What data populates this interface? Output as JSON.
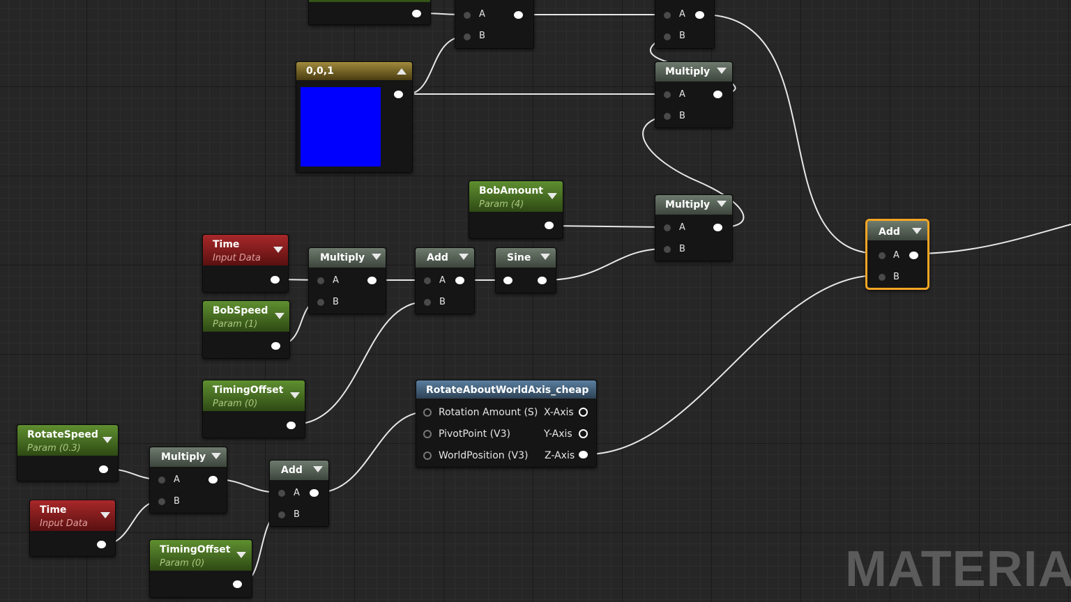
{
  "nodes": {
    "add_top": {
      "pins": {
        "a": "A",
        "b": "B"
      }
    },
    "top_right": {
      "pins": {
        "a": "A",
        "b": "B"
      }
    },
    "color_const": {
      "title": "0,0,1",
      "color": "#0000ff"
    },
    "multiply_upper": {
      "title": "Multiply",
      "pins": {
        "a": "A",
        "b": "B"
      }
    },
    "bob_amount": {
      "title": "BobAmount",
      "subtitle": "Param (4)"
    },
    "multiply_mid": {
      "title": "Multiply",
      "pins": {
        "a": "A",
        "b": "B"
      }
    },
    "add_final": {
      "title": "Add",
      "pins": {
        "a": "A",
        "b": "B"
      }
    },
    "time_upper": {
      "title": "Time",
      "subtitle": "Input Data"
    },
    "multiply_time": {
      "title": "Multiply",
      "pins": {
        "a": "A",
        "b": "B"
      }
    },
    "add_sine_in": {
      "title": "Add",
      "pins": {
        "a": "A",
        "b": "B"
      }
    },
    "sine": {
      "title": "Sine"
    },
    "bob_speed": {
      "title": "BobSpeed",
      "subtitle": "Param (1)"
    },
    "timing_offset_upper": {
      "title": "TimingOffset",
      "subtitle": "Param (0)"
    },
    "rotate_about": {
      "title": "RotateAboutWorldAxis_cheap",
      "inputs": [
        "Rotation Amount (S)",
        "PivotPoint (V3)",
        "WorldPosition (V3)"
      ],
      "outputs": [
        "X-Axis",
        "Y-Axis",
        "Z-Axis"
      ]
    },
    "rotate_speed": {
      "title": "RotateSpeed",
      "subtitle": "Param (0.3)"
    },
    "multiply_lower": {
      "title": "Multiply",
      "pins": {
        "a": "A",
        "b": "B"
      }
    },
    "add_lower": {
      "title": "Add",
      "pins": {
        "a": "A",
        "b": "B"
      }
    },
    "time_lower": {
      "title": "Time",
      "subtitle": "Input Data"
    },
    "timing_offset_lower": {
      "title": "TimingOffset",
      "subtitle": "Param (0)"
    }
  },
  "watermark": "MATERIAL",
  "colors": {
    "wire": "#e8e8e8",
    "selection": "#f5a623",
    "header_grey": "#5b665b",
    "header_green": "#4e7a24",
    "header_red": "#8a1c1e",
    "header_gold": "#8a7430",
    "header_blue": "#4d6d8a"
  }
}
